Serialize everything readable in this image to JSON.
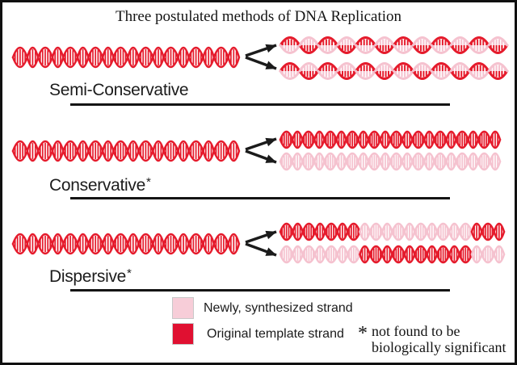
{
  "title": "Three postulated methods of DNA Replication",
  "methods": [
    {
      "label": "Semi-Conservative",
      "asterisk": ""
    },
    {
      "label": "Conservative",
      "asterisk": "*"
    },
    {
      "label": "Dispersive",
      "asterisk": "*"
    }
  ],
  "legend": {
    "items": [
      {
        "label": "Newly, synthesized strand",
        "color_key": "legend_new"
      },
      {
        "label": "Original template strand",
        "color_key": "legend_original"
      }
    ]
  },
  "footnote": {
    "symbol": "*",
    "line1": "not found to be",
    "line2": "biologically significant"
  },
  "colors": {
    "original_strand": "#e51b2c",
    "new_strand": "#f5c2cf",
    "legend_original": "#e01031",
    "legend_new": "#f7cdd8",
    "line": "#1b1b1b",
    "swatch_border": "#c8c8c8"
  }
}
